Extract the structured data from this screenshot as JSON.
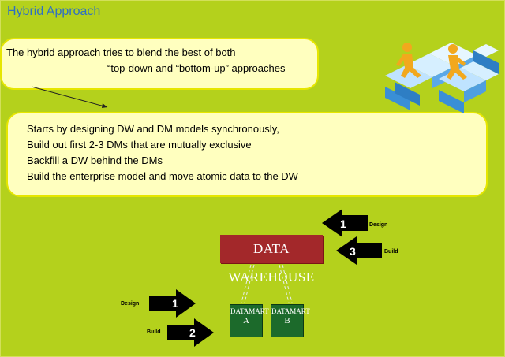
{
  "slide": {
    "title": "Hybrid Approach",
    "intro": {
      "line1": "The hybrid approach tries to blend the best of both",
      "line2": "“top-down and “bottom-up” approaches"
    },
    "steps": [
      "Starts by designing DW and DM models synchronously,",
      "Build out first 2-3 DMs that are mutually exclusive",
      "Backfill a DW behind the DMs",
      "Build the enterprise model and move atomic data to the DW"
    ]
  },
  "diagram": {
    "warehouse_label": "DATA WAREHOUSE",
    "datamart_label": "DATAMART",
    "datamarts": [
      "A",
      "B"
    ],
    "arrows": [
      {
        "number": "1",
        "label": "Design"
      },
      {
        "number": "3",
        "label": "Build"
      },
      {
        "number": "1",
        "label": "Design"
      },
      {
        "number": "2",
        "label": "Build"
      }
    ]
  },
  "colors": {
    "background": "#b4d11c",
    "bubble_fill": "#ffffbf",
    "title": "#2f6fc4",
    "warehouse": "#a3282a",
    "datamart": "#1c6a2b"
  }
}
